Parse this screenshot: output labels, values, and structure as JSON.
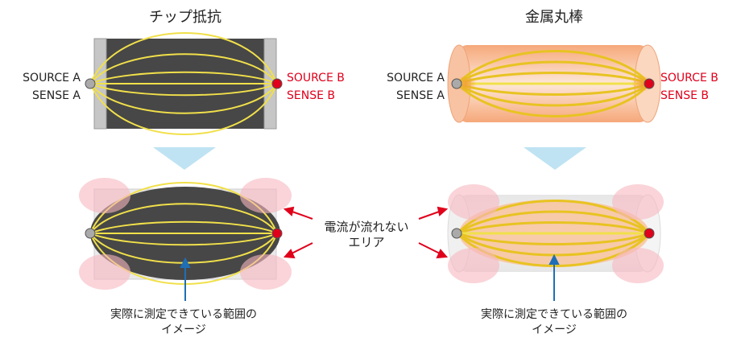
{
  "chip": {
    "title": "チップ抵抗",
    "left_source": "SOURCE A",
    "left_sense": "SENSE A",
    "right_source": "SOURCE B",
    "right_sense": "SENSE B",
    "caption_line1": "実際に測定できている範囲の",
    "caption_line2": "イメージ"
  },
  "rod": {
    "title": "金属丸棒",
    "left_source": "SOURCE A",
    "left_sense": "SENSE A",
    "right_source": "SOURCE B",
    "right_sense": "SENSE B",
    "caption_line1": "実際に測定できている範囲の",
    "caption_line2": "イメージ"
  },
  "middle": {
    "no_current_line1": "電流が流れない",
    "no_current_line2": "エリア"
  },
  "colors": {
    "current_line": "#f1e04a",
    "resistor_body": "#474747",
    "electrode": "#c6c6c6",
    "rod_orange": "#f5b48a",
    "pink_area": "#f7b8c0",
    "down_arrow": "#bfe3f3",
    "red_label": "#e0001b",
    "red_arrow": "#e0001b",
    "blue_arrow": "#1f6fb6"
  }
}
